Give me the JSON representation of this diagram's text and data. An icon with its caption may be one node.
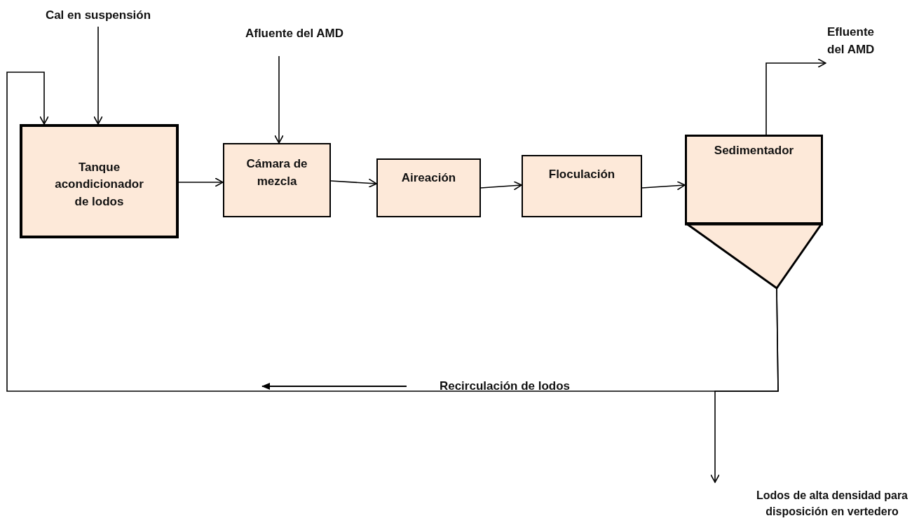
{
  "diagram": {
    "nodes": [
      {
        "text": [
          "Cal en suspensión"
        ]
      },
      {
        "text": [
          "Afluente del AMD"
        ]
      },
      {
        "text": [
          "Tanque acondicionador de lodos"
        ]
      },
      {
        "text": [
          "Cámara de mezcla"
        ]
      },
      {
        "text": [
          "Aireación"
        ]
      },
      {
        "text": [
          "Floculación"
        ]
      },
      {
        "text": [
          "Sedimentador"
        ]
      },
      {
        "text": [],
        "shape": "triangle"
      },
      {
        "text": [
          "Efluente del AMD"
        ]
      },
      {
        "text": [
          "Lodos de alta densidad para disposición en vertedero"
        ]
      }
    ],
    "edges": [
      {
        "from": 0,
        "to": 2,
        "arrow": "to"
      },
      {
        "from": 1,
        "to": 3,
        "arrow": "to"
      },
      {
        "from": 2,
        "to": 3,
        "arrow": "to"
      },
      {
        "from": 3,
        "to": 4,
        "arrow": "to"
      },
      {
        "from": 4,
        "to": 5,
        "arrow": "to"
      },
      {
        "from": 5,
        "to": 6,
        "arrow": "to"
      },
      {
        "from": 6,
        "to": 8,
        "arrow": "to"
      },
      {
        "from": 7,
        "to": 2,
        "arrow": "to"
      },
      {
        "from": 7,
        "to": 9,
        "arrow": "to"
      }
    ],
    "labels": [
      "Recirculación de lodos"
    ]
  }
}
